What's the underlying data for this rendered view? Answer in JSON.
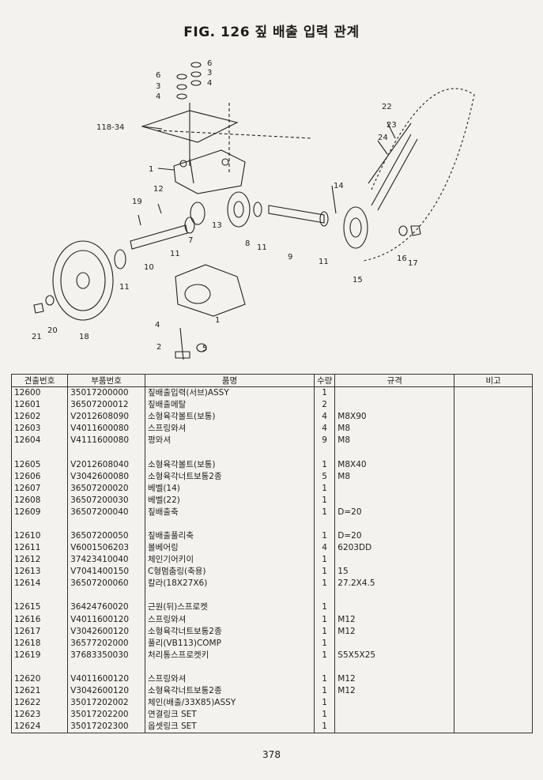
{
  "figure": {
    "title": "FIG. 126 짚 배출 입력 관계"
  },
  "diagram_callouts": {
    "c1": "1",
    "c1b": "1",
    "c2": "2",
    "c3a": "3",
    "c3b": "3",
    "c4a": "4",
    "c4b": "4",
    "c4c": "4",
    "c5": "5",
    "c6a": "6",
    "c6b": "6",
    "c7": "7",
    "c8": "8",
    "c9": "9",
    "c10": "10",
    "c11a": "11",
    "c11b": "11",
    "c11c": "11",
    "c11d": "11",
    "c12": "12",
    "c13": "13",
    "c14": "14",
    "c15": "15",
    "c16": "16",
    "c17": "17",
    "c18": "18",
    "c19": "19",
    "c20": "20",
    "c21": "21",
    "c22": "22",
    "c23": "23",
    "c24": "24",
    "c118": "118-34"
  },
  "table": {
    "headers": {
      "ref": "견출번호",
      "part": "부품번호",
      "name": "품명",
      "qty": "수량",
      "spec": "규격",
      "note": "비고"
    },
    "rows": [
      {
        "ref": "12600",
        "part": "35017200000",
        "name": "짚배출입력(서브)ASSY",
        "qty": "1",
        "spec": ""
      },
      {
        "ref": "12601",
        "part": "36507200012",
        "name": "짚배출메탈",
        "qty": "2",
        "spec": ""
      },
      {
        "ref": "12602",
        "part": "V2012608090",
        "name": "소형육각볼트(보통)",
        "qty": "4",
        "spec": "M8X90"
      },
      {
        "ref": "12603",
        "part": "V4011600080",
        "name": "스프링와셔",
        "qty": "4",
        "spec": "M8"
      },
      {
        "ref": "12604",
        "part": "V4111600080",
        "name": "평와셔",
        "qty": "9",
        "spec": "M8"
      },
      {
        "ref": "12605",
        "part": "V2012608040",
        "name": "소형육각볼트(보통)",
        "qty": "1",
        "spec": "M8X40"
      },
      {
        "ref": "12606",
        "part": "V3042600080",
        "name": "소형육각너트보통2종",
        "qty": "5",
        "spec": "M8"
      },
      {
        "ref": "12607",
        "part": "36507200020",
        "name": "베벨(14)",
        "qty": "1",
        "spec": ""
      },
      {
        "ref": "12608",
        "part": "36507200030",
        "name": "베벨(22)",
        "qty": "1",
        "spec": ""
      },
      {
        "ref": "12609",
        "part": "36507200040",
        "name": "짚배출축",
        "qty": "1",
        "spec": "D=20"
      },
      {
        "ref": "12610",
        "part": "36507200050",
        "name": "짚배출풀리축",
        "qty": "1",
        "spec": "D=20"
      },
      {
        "ref": "12611",
        "part": "V6001506203",
        "name": "볼베어링",
        "qty": "4",
        "spec": "6203DD"
      },
      {
        "ref": "12612",
        "part": "37423410040",
        "name": "체인기어키이",
        "qty": "1",
        "spec": ""
      },
      {
        "ref": "12613",
        "part": "V7041400150",
        "name": "C형멈춤링(축용)",
        "qty": "1",
        "spec": "15"
      },
      {
        "ref": "12614",
        "part": "36507200060",
        "name": "칼라(18X27X6)",
        "qty": "1",
        "spec": "27.2X4.5"
      },
      {
        "ref": "12615",
        "part": "36424760020",
        "name": "근원(뒤)스프로켓",
        "qty": "1",
        "spec": ""
      },
      {
        "ref": "12616",
        "part": "V4011600120",
        "name": "스프링와셔",
        "qty": "1",
        "spec": "M12"
      },
      {
        "ref": "12617",
        "part": "V3042600120",
        "name": "소형육각너트보통2종",
        "qty": "1",
        "spec": "M12"
      },
      {
        "ref": "12618",
        "part": "36577202000",
        "name": "풀리(VB113)COMP",
        "qty": "1",
        "spec": ""
      },
      {
        "ref": "12619",
        "part": "37683350030",
        "name": "처리통스프로켓키",
        "qty": "1",
        "spec": "S5X5X25"
      },
      {
        "ref": "12620",
        "part": "V4011600120",
        "name": "스프링와셔",
        "qty": "1",
        "spec": "M12"
      },
      {
        "ref": "12621",
        "part": "V3042600120",
        "name": "소형육각너트보통2종",
        "qty": "1",
        "spec": "M12"
      },
      {
        "ref": "12622",
        "part": "35017202002",
        "name": "체인(배출/33X85)ASSY",
        "qty": "1",
        "spec": ""
      },
      {
        "ref": "12623",
        "part": "35017202200",
        "name": "연결링크 SET",
        "qty": "1",
        "spec": ""
      },
      {
        "ref": "12624",
        "part": "35017202300",
        "name": "옵셋링크 SET",
        "qty": "1",
        "spec": ""
      }
    ]
  },
  "page": {
    "number": "378"
  }
}
